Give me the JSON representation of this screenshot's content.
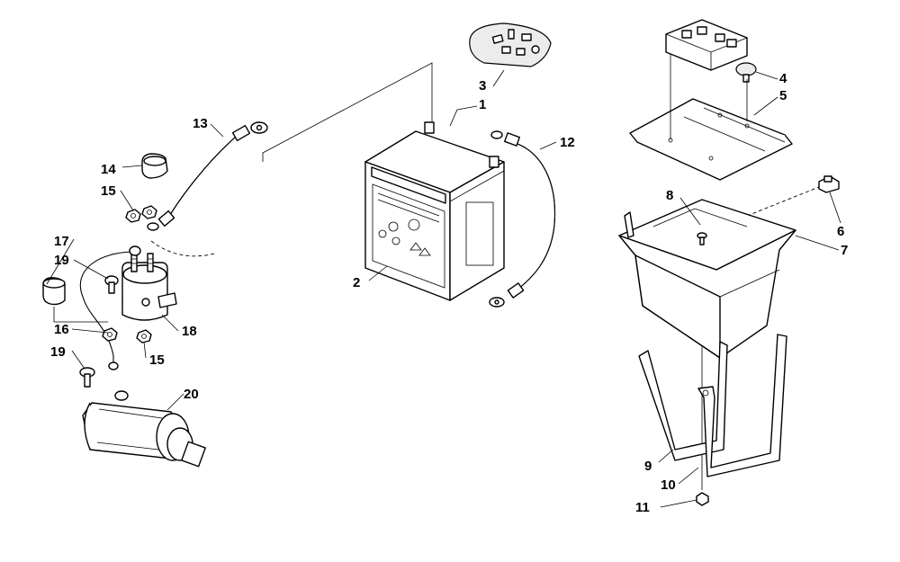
{
  "callouts": [
    {
      "id": "c1",
      "label": "1"
    },
    {
      "id": "c2",
      "label": "2"
    },
    {
      "id": "c3",
      "label": "3"
    },
    {
      "id": "c4",
      "label": "4"
    },
    {
      "id": "c5",
      "label": "5"
    },
    {
      "id": "c6",
      "label": "6"
    },
    {
      "id": "c7",
      "label": "7"
    },
    {
      "id": "c8",
      "label": "8"
    },
    {
      "id": "c9",
      "label": "9"
    },
    {
      "id": "c10",
      "label": "10"
    },
    {
      "id": "c11",
      "label": "11"
    },
    {
      "id": "c12",
      "label": "12"
    },
    {
      "id": "c13",
      "label": "13"
    },
    {
      "id": "c14",
      "label": "14"
    },
    {
      "id": "c15a",
      "label": "15"
    },
    {
      "id": "c15b",
      "label": "15"
    },
    {
      "id": "c16",
      "label": "16"
    },
    {
      "id": "c17",
      "label": "17"
    },
    {
      "id": "c18",
      "label": "18"
    },
    {
      "id": "c19a",
      "label": "19"
    },
    {
      "id": "c19b",
      "label": "19"
    },
    {
      "id": "c20",
      "label": "20"
    }
  ]
}
